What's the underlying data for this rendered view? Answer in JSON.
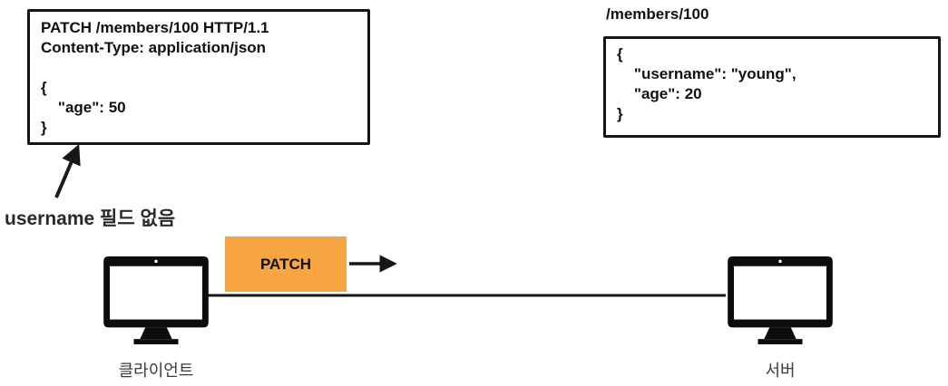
{
  "request_box": {
    "lines": [
      "PATCH /members/100 HTTP/1.1",
      "Content-Type: application/json",
      "",
      "{",
      "    \"age\": 50",
      "}"
    ]
  },
  "resource": {
    "path_label": "/members/100",
    "lines": [
      "{",
      "    \"username\": \"young\",",
      "    \"age\": 20",
      "}"
    ]
  },
  "annotation": {
    "text": "username 필드 없음"
  },
  "flow": {
    "method_label": "PATCH",
    "method_color": "#F6A540"
  },
  "nodes": {
    "client_label": "클라이언트",
    "server_label": "서버"
  },
  "colors": {
    "line": "#161616",
    "border": "#141414"
  }
}
